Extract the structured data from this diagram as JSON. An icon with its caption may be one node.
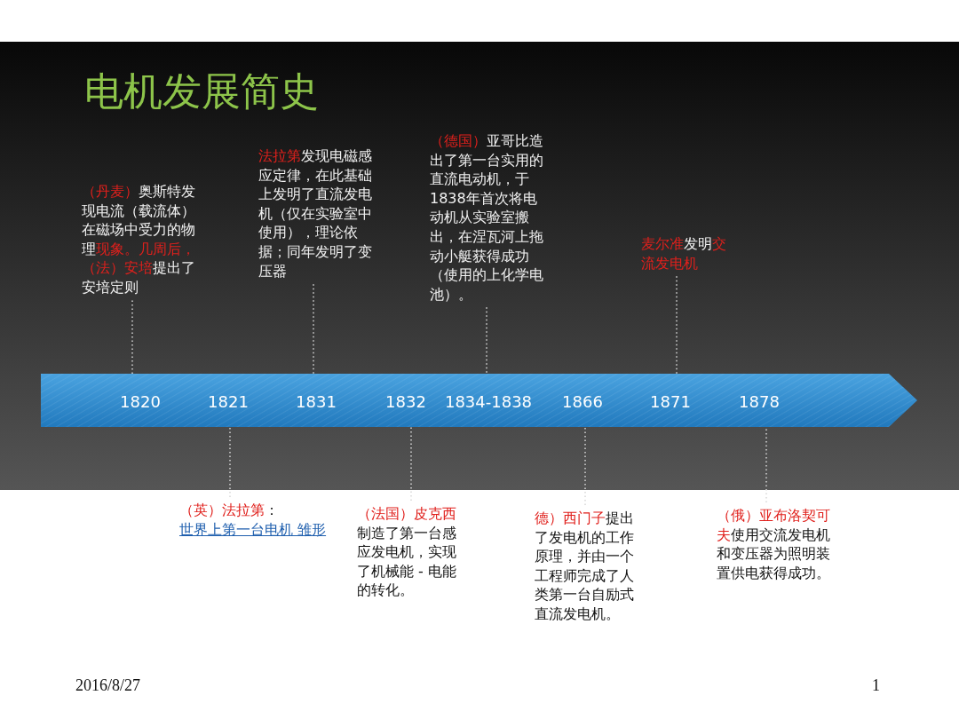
{
  "diagram": {
    "title": "电机发展简史",
    "nodes": [
      {
        "text": [],
        "shape": "bar"
      },
      {
        "text": [
          "1820"
        ],
        "in": 0
      },
      {
        "text": [
          "1821"
        ],
        "in": 0
      },
      {
        "text": [
          "1831"
        ],
        "in": 0
      },
      {
        "text": [
          "1832"
        ],
        "in": 0
      },
      {
        "text": [
          "1834-1838"
        ],
        "in": 0
      },
      {
        "text": [
          "1866"
        ],
        "in": 0
      },
      {
        "text": [
          "1871"
        ],
        "in": 0
      },
      {
        "text": [
          "1878"
        ],
        "in": 0
      },
      {
        "text": [
          "**（丹麦）**奥斯特发现电流（载流体）在磁场中受力的物理**现象。几周后，（法）安培**提出了安培定则"
        ]
      },
      {
        "text": [
          "**法拉第**发现电磁感应定律，在此基础上发明了直流发电机（仅在实验室中使用），理论依据；同年发明了变压器"
        ]
      },
      {
        "text": [
          "**（德国）**亚哥比造出了第一台实用的直流电动机，于1838年首次将电动机从实验室搬出，在涅瓦河上拖动小艇获得成功（使用的上化学电池）。"
        ]
      },
      {
        "text": [
          "**麦尔准**发明**交流发电机**"
        ]
      },
      {
        "text": [
          "**（英）法拉第**：",
          "世界上第一台电机 雏形"
        ]
      },
      {
        "text": [
          "**（法国）皮克西**制造了第一台感应发电机，实现了机械能 - 电能的转化。"
        ]
      },
      {
        "text": [
          "**德）西门子**提出了发电机的工作原理，并由一个工程师完成了人类第一台自励式直流发电机。"
        ]
      },
      {
        "text": [
          "**（俄）亚布洛契可夫**使用交流发电机和变压器为照明装置供电获得成功。"
        ]
      }
    ],
    "edges": [
      {
        "from": 9,
        "to": 1,
        "arrow": "none",
        "style": "dashed"
      },
      {
        "from": 10,
        "to": 3,
        "arrow": "none",
        "style": "dashed"
      },
      {
        "from": 11,
        "to": 5,
        "arrow": "none",
        "style": "dashed"
      },
      {
        "from": 12,
        "to": 7,
        "arrow": "none",
        "style": "dashed"
      },
      {
        "from": 13,
        "to": 2,
        "arrow": "none",
        "style": "dashed"
      },
      {
        "from": 14,
        "to": 4,
        "arrow": "none",
        "style": "dashed"
      },
      {
        "from": 15,
        "to": 6,
        "arrow": "none",
        "style": "dashed"
      },
      {
        "from": 16,
        "to": 8,
        "arrow": "none",
        "style": "dashed"
      }
    ],
    "labels": [
      "2016/8/27",
      "1"
    ]
  }
}
